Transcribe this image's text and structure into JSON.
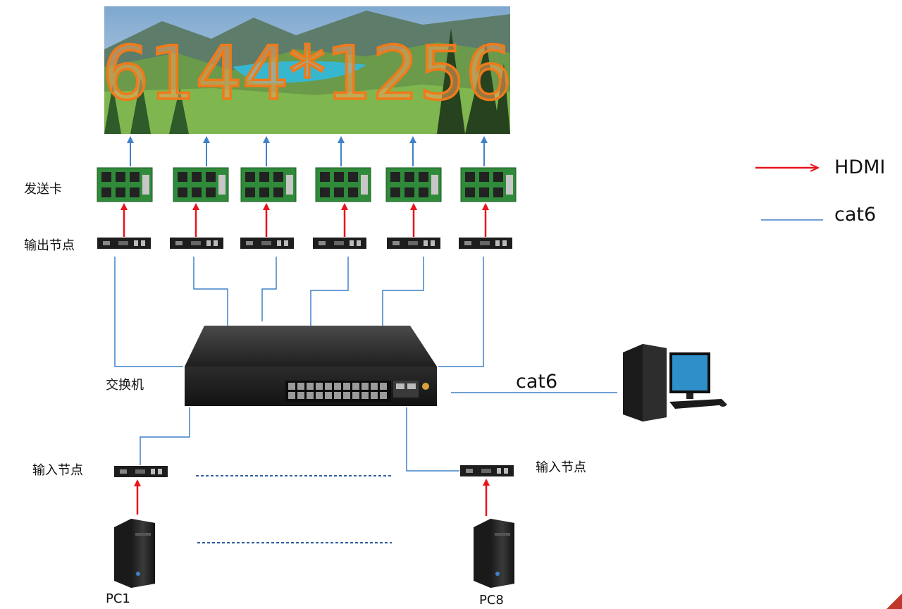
{
  "screen": {
    "resolution_text": "6144*1256"
  },
  "labels": {
    "sending_card": "发送卡",
    "output_node": "输出节点",
    "switch": "交换机",
    "input_node_left": "输入节点",
    "input_node_right": "输入节点",
    "pc1": "PC1",
    "pc8": "PC8",
    "cat6_link": "cat6"
  },
  "legend": {
    "hdmi": "HDMI",
    "cat6": "cat6"
  },
  "colors": {
    "hdmi": "#e8141c",
    "cat6": "#3f82c8",
    "dashed": "#2f5f9e"
  },
  "icons": {
    "sending_card": "led-sending-card-icon",
    "node": "node-box-icon",
    "switch": "network-switch-icon",
    "pc": "pc-tower-icon",
    "desktop": "desktop-computer-icon"
  }
}
